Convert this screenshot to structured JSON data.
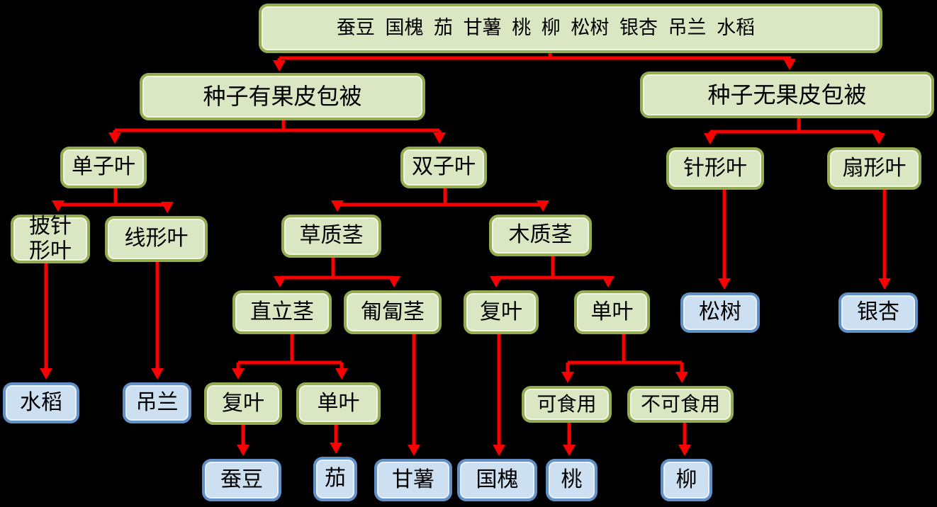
{
  "diagram": {
    "description_colors": {
      "green_box_fill": "#dbe6c3",
      "green_box_border": "#94ad53",
      "blue_box_fill": "#cde0f2",
      "blue_box_border": "#6191c8",
      "arrow_red": "#fa0000",
      "background": "#000000",
      "text": "#000000"
    }
  },
  "nodes": {
    "root": "蚕豆 国槐 茄 甘薯 桃 柳 松树 银杏 吊兰 水稻",
    "seed_covered": "种子有果皮包被",
    "seed_naked": "种子无果皮包被",
    "monocot": "单子叶",
    "dicot": "双子叶",
    "needle_leaf": "针形叶",
    "fan_leaf": "扇形叶",
    "lanceolate_leaf": "披针形叶",
    "linear_leaf": "线形叶",
    "herbaceous_stem": "草质茎",
    "woody_stem": "木质茎",
    "erect_stem": "直立茎",
    "creeping_stem": "匍匐茎",
    "compound_leaf_woody": "复叶",
    "simple_leaf_woody": "单叶",
    "compound_leaf_erect": "复叶",
    "simple_leaf_erect": "单叶",
    "edible": "可食用",
    "inedible": "不可食用",
    "pine": "松树",
    "ginkgo": "银杏",
    "rice": "水稻",
    "spider_plant": "吊兰",
    "broad_bean": "蚕豆",
    "eggplant": "茄",
    "sweet_potato": "甘薯",
    "scholar_tree": "国槐",
    "peach": "桃",
    "willow": "柳"
  }
}
